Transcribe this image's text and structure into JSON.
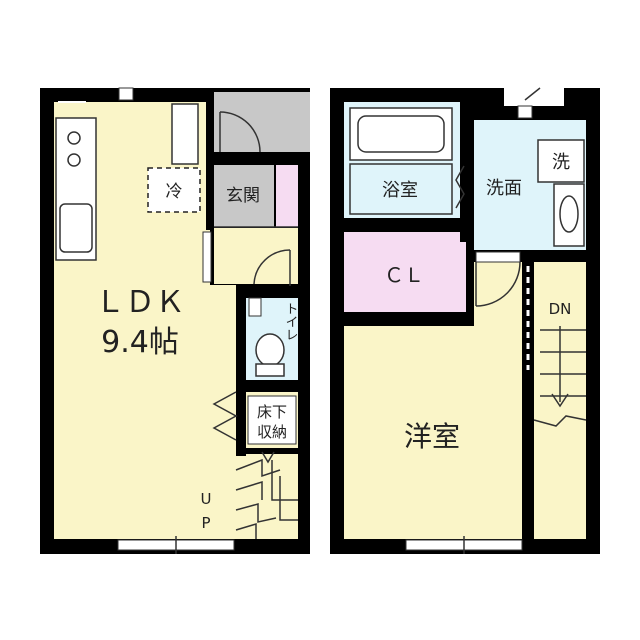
{
  "floor1": {
    "ldk_label": "ＬＤＫ",
    "ldk_size": "9.4帖",
    "fridge": "冷",
    "entrance": "玄関",
    "toilet": "トイレ",
    "underfloor_storage": [
      "床下",
      "収納"
    ],
    "stairs_up": [
      "U",
      "P"
    ]
  },
  "floor2": {
    "bathroom": "浴室",
    "washroom": "洗面",
    "washer": "洗",
    "closet": "ＣＬ",
    "western_room": "洋室",
    "stairs_down": "DN"
  },
  "colors": {
    "ldk_floor": "#faf5c8",
    "entrance_floor": "#c8c8c8",
    "water_area": "#dff4fa",
    "closet": "#f6dcf2",
    "wall": "#000000"
  }
}
